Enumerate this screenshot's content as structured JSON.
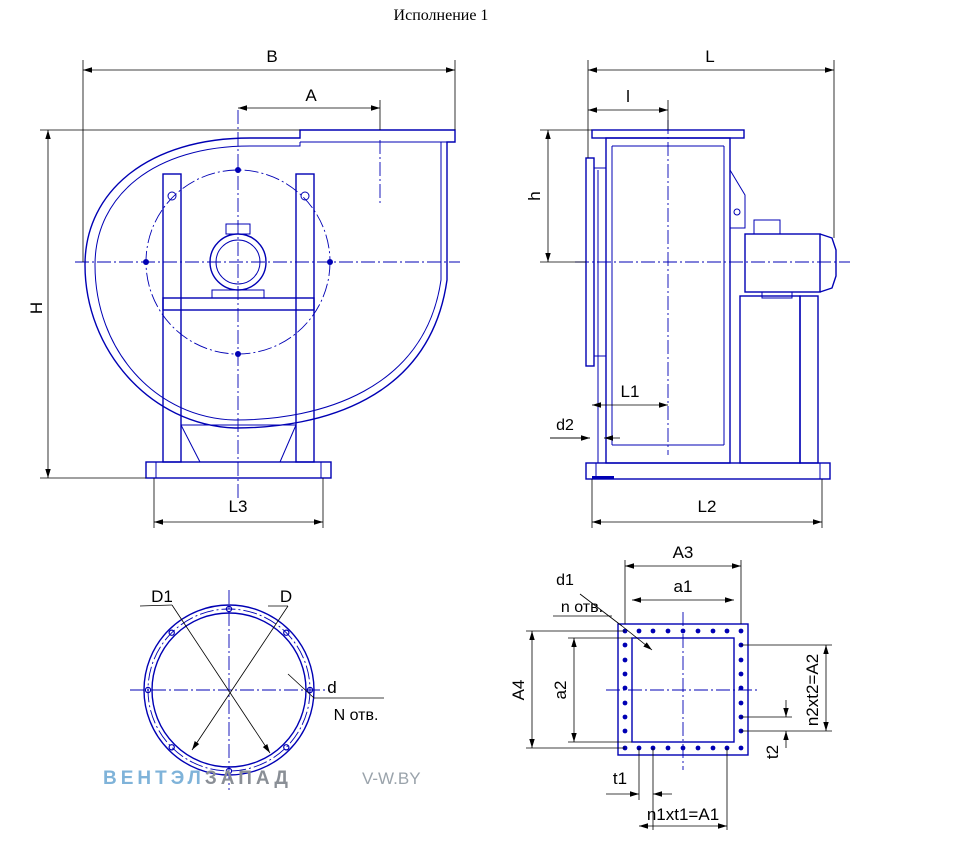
{
  "title": "Исполнение 1",
  "colors": {
    "part": "#0000b4",
    "dimension": "#000000",
    "brand_primary": "#7fb3d9",
    "brand_secondary": "#8a8f96",
    "url": "#9aa3ab"
  },
  "front_view": {
    "labels": {
      "B": "B",
      "A": "A",
      "H": "H",
      "L3": "L3"
    }
  },
  "side_view": {
    "labels": {
      "L": "L",
      "l": "l",
      "h": "h",
      "L1": "L1",
      "d2": "d2",
      "L2": "L2"
    }
  },
  "round_flange": {
    "labels": {
      "D1": "D1",
      "D": "D",
      "d": "d",
      "N": "N отв."
    }
  },
  "square_flange": {
    "labels": {
      "A3": "A3",
      "d1": "d1",
      "n": "n отв.",
      "a1": "a1",
      "A4": "A4",
      "a2": "a2",
      "n2t2": "n2xt2=A2",
      "t2": "t2",
      "t1": "t1",
      "n1t1": "n1xt1=A1"
    }
  },
  "brand": {
    "part1": "ВЕНТЭЛ",
    "part2": "ЗАПАД",
    "url": "V-W.BY"
  }
}
